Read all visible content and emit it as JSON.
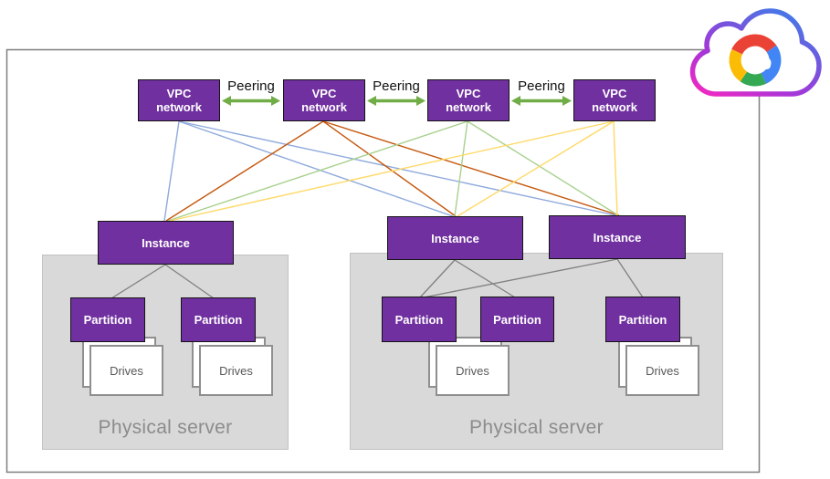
{
  "vpc_networks": [
    {
      "line1": "VPC",
      "line2": "network"
    },
    {
      "line1": "VPC",
      "line2": "network"
    },
    {
      "line1": "VPC",
      "line2": "network"
    },
    {
      "line1": "VPC",
      "line2": "network"
    }
  ],
  "peering": [
    "Peering",
    "Peering",
    "Peering"
  ],
  "instances": [
    "Instance",
    "Instance",
    "Instance"
  ],
  "servers": [
    {
      "label": "Physical server",
      "partitions": [
        "Partition",
        "Partition"
      ],
      "drives": [
        "Drives",
        "Drives"
      ]
    },
    {
      "label": "Physical server",
      "partitions": [
        "Partition",
        "Partition",
        "Partition"
      ],
      "drives": [
        "Drives",
        "Drives"
      ]
    }
  ],
  "logo": {
    "name": "Google Cloud"
  },
  "colors": {
    "node_purple": "#7030A0",
    "peering_arrow_green": "#70AD47",
    "vpc1_lines_blue": "#8FAADC",
    "vpc2_lines_orange": "#C55A11",
    "vpc3_lines_green": "#A9D18E",
    "vpc4_lines_yellow": "#FFD966",
    "server_fill_gray": "#D9D9D9",
    "connector_gray": "#808080"
  },
  "edges": {
    "peering_links": [
      "vpc1-vpc2",
      "vpc2-vpc3",
      "vpc3-vpc4"
    ],
    "vpc_to_instance": "each of the 4 VPC networks connects to all 3 instances",
    "instance_to_partition": [
      "instance1-partitionA",
      "instance1-partitionB",
      "instance2-partition1",
      "instance2-partition2",
      "instance3-partition1",
      "instance3-partition3"
    ]
  }
}
